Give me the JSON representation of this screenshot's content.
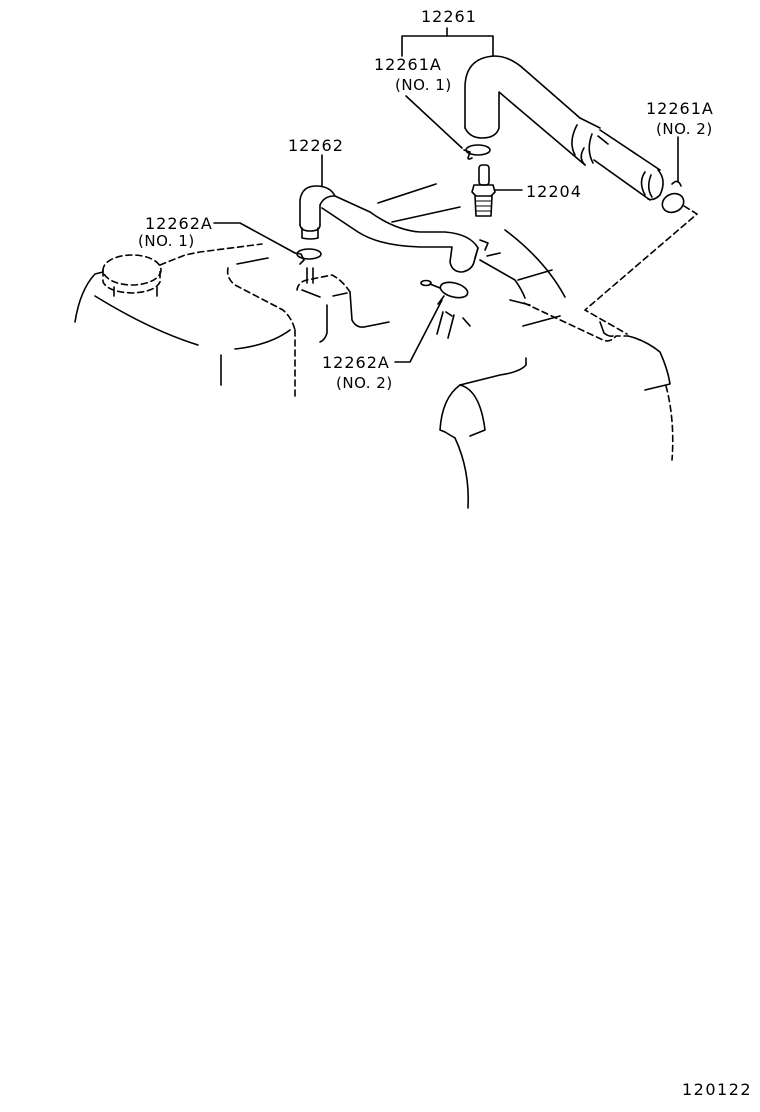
{
  "diagram": {
    "type": "exploded-parts-diagram",
    "figure_id": "120122",
    "parts": [
      {
        "id": "hose-12261",
        "number": "12261",
        "variant": ""
      },
      {
        "id": "clamp-12261a-no1",
        "number": "12261A",
        "variant": "(NO. 1)"
      },
      {
        "id": "clamp-12261a-no2",
        "number": "12261A",
        "variant": "(NO. 2)"
      },
      {
        "id": "hose-12262",
        "number": "12262",
        "variant": ""
      },
      {
        "id": "clamp-12262a-no1",
        "number": "12262A",
        "variant": "(NO. 1)"
      },
      {
        "id": "clamp-12262a-no2",
        "number": "12262A",
        "variant": "(NO. 2)"
      },
      {
        "id": "pcv-valve-12204",
        "number": "12204",
        "variant": ""
      }
    ]
  },
  "labels": {
    "p12261": "12261",
    "p12261a_no1": "12261A",
    "p12261a_no1_sub": "(NO. 1)",
    "p12261a_no2": "12261A",
    "p12261a_no2_sub": "(NO. 2)",
    "p12262": "12262",
    "p12262a_no1": "12262A",
    "p12262a_no1_sub": "(NO. 1)",
    "p12262a_no2": "12262A",
    "p12262a_no2_sub": "(NO. 2)",
    "p12204": "12204",
    "figure_id": "120122"
  },
  "colors": {
    "line": "#000000",
    "background": "#ffffff"
  }
}
